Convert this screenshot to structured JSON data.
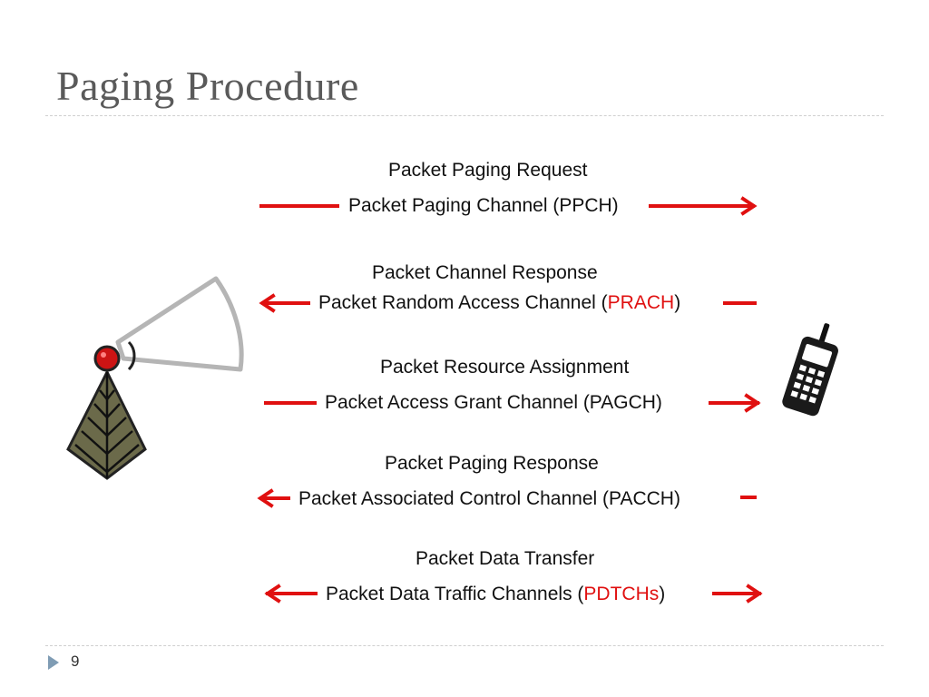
{
  "title": "Paging Procedure",
  "page_number": "9",
  "messages": [
    {
      "message": "Packet Paging Request",
      "channel_before": "Packet Paging Channel (PPCH)",
      "channel_highlight": "",
      "channel_after": ""
    },
    {
      "message": "Packet Channel Response",
      "channel_before": "Packet Random Access Channel (",
      "channel_highlight": "PRACH",
      "channel_after": ")"
    },
    {
      "message": "Packet Resource Assignment",
      "channel_before": "Packet Access Grant Channel (PAGCH)",
      "channel_highlight": "",
      "channel_after": ""
    },
    {
      "message": "Packet Paging Response",
      "channel_before": "Packet Associated Control Channel (PACCH)",
      "channel_highlight": "",
      "channel_after": ""
    },
    {
      "message": "Packet Data Transfer",
      "channel_before": "Packet Data Traffic Channels (",
      "channel_highlight": "PDTCHs",
      "channel_after": ")"
    }
  ],
  "icons": {
    "base_station": "cell-tower-icon",
    "mobile": "mobile-phone-icon"
  },
  "colors": {
    "arrow": "#e01010",
    "highlight": "#e01010",
    "title": "#5a5a5a"
  }
}
